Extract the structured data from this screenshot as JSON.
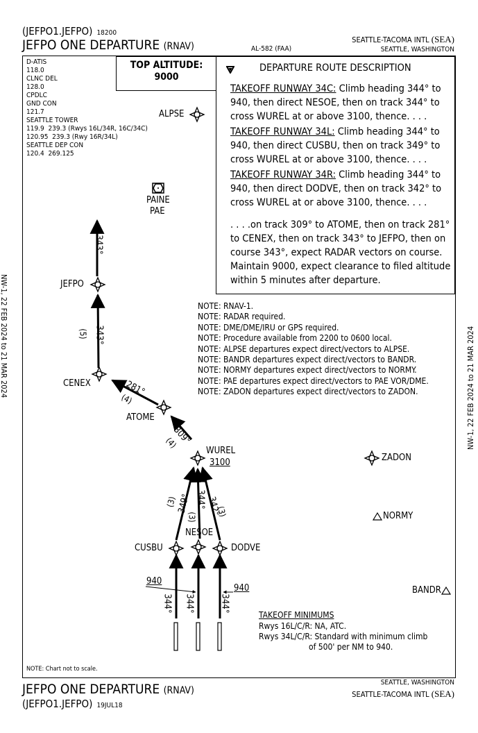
{
  "header": {
    "computer_code": "(JEFPO1.JEFPO)",
    "chart_number": "18200",
    "title": "JEFPO ONE DEPARTURE",
    "title_suffix": "(RNAV)",
    "al_number": "AL-582 (FAA)",
    "airport_name": "SEATTLE-TACOMA INTL",
    "airport_id": "(SEA)",
    "city": "SEATTLE, WASHINGTON"
  },
  "side_margin": {
    "left": "NW-1,  22 FEB 2024  to  21 MAR 2024",
    "right": "NW-1,  22 FEB 2024  to  21 MAR 2024"
  },
  "communications": [
    "D-ATIS",
    "118.0",
    "CLNC DEL",
    "128.0",
    "CPDLC",
    "GND CON",
    "121.7",
    "SEATTLE TOWER",
    "119.9  239.3 (Rwys 16L/34R, 16C/34C)",
    "120.95  239.3 (Rwy 16R/34L)",
    "SEATTLE DEP CON",
    "120.4  269.125"
  ],
  "top_altitude": {
    "label": "TOP ALTITUDE:",
    "value": "9000"
  },
  "route_description": {
    "title": "DEPARTURE ROUTE DESCRIPTION",
    "runways": [
      {
        "heading": "TAKEOFF RUNWAY 34C:",
        "text": " Climb heading 344° to 940, then direct NESOE, then on track 344° to cross WUREL at or above 3100, thence. . . ."
      },
      {
        "heading": "TAKEOFF RUNWAY 34L:",
        "text": " Climb heading 344° to 940, then direct CUSBU, then on track 349° to cross WUREL at or above 3100, thence. . . ."
      },
      {
        "heading": "TAKEOFF RUNWAY 34R:",
        "text": " Climb heading 344° to 940, then direct DODVE, then on track 342° to cross WUREL at or above 3100, thence. . . ."
      }
    ],
    "continuation": ". . . .on track 309° to ATOME, then on track 281° to CENEX, then on track 343° to JEFPO, then on course 343°, expect RADAR vectors on course. Maintain 9000, expect clearance to filed altitude within 5 minutes after departure."
  },
  "notes": [
    "NOTE: RNAV-1.",
    "NOTE: RADAR required.",
    "NOTE: DME/DME/IRU or GPS required.",
    "NOTE: Procedure available from 2200 to 0600 local.",
    "NOTE: ALPSE departures expect direct/vectors to ALPSE.",
    "NOTE: BANDR departures expect direct/vectors to BANDR.",
    "NOTE: NORMY departures expect direct/vectors to NORMY.",
    "NOTE: PAE departures expect direct/vectors to PAE VOR/DME.",
    "NOTE: ZADON departures expect direct/vectors to ZADON."
  ],
  "fixes": {
    "alpse": "ALPSE",
    "paine": "PAINE",
    "pae": "PAE",
    "jefpo": "JEFPO",
    "cenex": "CENEX",
    "atome": "ATOME",
    "wurel": "WUREL",
    "wurel_alt": "3100",
    "zadon": "ZADON",
    "normy": "NORMY",
    "bandr": "BANDR",
    "cusbu": "CUSBU",
    "nesoe": "NESOE",
    "dodve": "DODVE"
  },
  "legs": {
    "outbound_course": "343°",
    "cenex_jefpo_course": "343°",
    "cenex_jefpo_dist": "(5)",
    "atome_cenex_course": "281°",
    "atome_cenex_dist": "(4)",
    "wurel_atome_course": "309°",
    "wurel_atome_dist": "(4)",
    "cusbu_course": "349°",
    "cusbu_dist": "(3)",
    "nesoe_course": "344°",
    "nesoe_dist": "(3)",
    "dodve_course": "342°",
    "dodve_dist": "(3)",
    "climb_alt": "940",
    "runway_heading": "344°"
  },
  "takeoff_minimums": {
    "title": "TAKEOFF MINIMUMS",
    "lines": [
      "Rwys 16L/C/R: NA, ATC.",
      "Rwys 34L/C/R: Standard with minimum climb",
      "                     of 500' per NM to 940."
    ]
  },
  "footer": {
    "not_to_scale": "NOTE:  Chart not to scale.",
    "title": "JEFPO ONE DEPARTURE",
    "title_suffix": "(RNAV)",
    "computer_code": "(JEFPO1.JEFPO)",
    "amendment_date": "19JUL18",
    "city": "SEATTLE, WASHINGTON",
    "airport_name": "SEATTLE-TACOMA INTL",
    "airport_id": "(SEA)"
  }
}
